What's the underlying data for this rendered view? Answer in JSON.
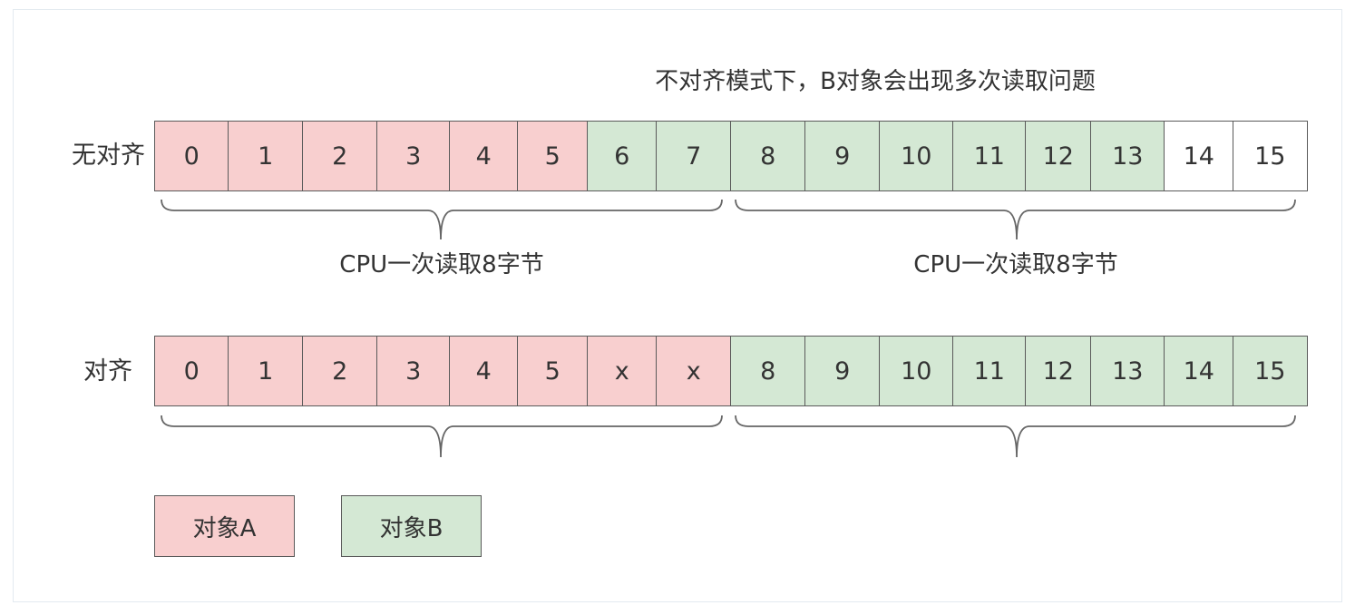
{
  "title": "不对齐模式下，B对象会出现多次读取问题",
  "colors": {
    "object_a": "#f8cfcf",
    "object_b": "#d4e8d4",
    "empty": "#ffffff"
  },
  "rows": [
    {
      "label": "无对齐",
      "cells": [
        {
          "text": "0",
          "owner": "object_a"
        },
        {
          "text": "1",
          "owner": "object_a"
        },
        {
          "text": "2",
          "owner": "object_a"
        },
        {
          "text": "3",
          "owner": "object_a"
        },
        {
          "text": "4",
          "owner": "object_a"
        },
        {
          "text": "5",
          "owner": "object_a"
        },
        {
          "text": "6",
          "owner": "object_b"
        },
        {
          "text": "7",
          "owner": "object_b"
        },
        {
          "text": "8",
          "owner": "object_b"
        },
        {
          "text": "9",
          "owner": "object_b"
        },
        {
          "text": "10",
          "owner": "object_b"
        },
        {
          "text": "11",
          "owner": "object_b"
        },
        {
          "text": "12",
          "owner": "object_b"
        },
        {
          "text": "13",
          "owner": "object_b"
        },
        {
          "text": "14",
          "owner": "empty"
        },
        {
          "text": "15",
          "owner": "empty"
        }
      ],
      "captions": [
        "CPU一次读取8字节",
        "CPU一次读取8字节"
      ]
    },
    {
      "label": "对齐",
      "cells": [
        {
          "text": "0",
          "owner": "object_a"
        },
        {
          "text": "1",
          "owner": "object_a"
        },
        {
          "text": "2",
          "owner": "object_a"
        },
        {
          "text": "3",
          "owner": "object_a"
        },
        {
          "text": "4",
          "owner": "object_a"
        },
        {
          "text": "5",
          "owner": "object_a"
        },
        {
          "text": "x",
          "owner": "object_a"
        },
        {
          "text": "x",
          "owner": "object_a"
        },
        {
          "text": "8",
          "owner": "object_b"
        },
        {
          "text": "9",
          "owner": "object_b"
        },
        {
          "text": "10",
          "owner": "object_b"
        },
        {
          "text": "11",
          "owner": "object_b"
        },
        {
          "text": "12",
          "owner": "object_b"
        },
        {
          "text": "13",
          "owner": "object_b"
        },
        {
          "text": "14",
          "owner": "object_b"
        },
        {
          "text": "15",
          "owner": "object_b"
        }
      ],
      "captions": []
    }
  ],
  "legend": [
    {
      "label": "对象A",
      "owner": "object_a"
    },
    {
      "label": "对象B",
      "owner": "object_b"
    }
  ]
}
